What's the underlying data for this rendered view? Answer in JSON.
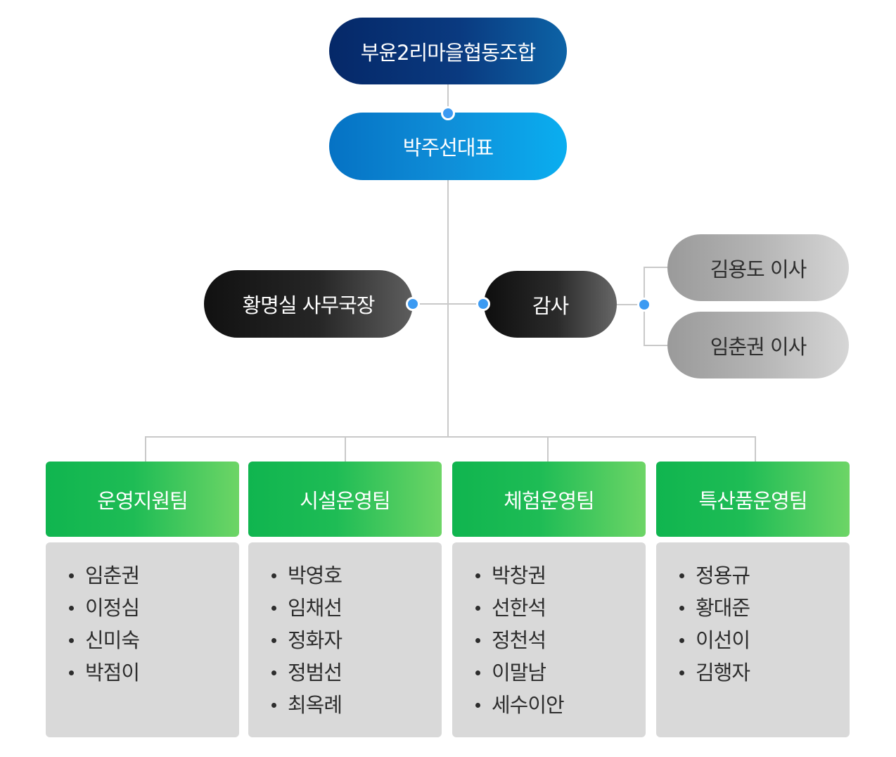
{
  "org": {
    "cooperative": "부윤2리마을협동조합",
    "representative": "박주선대표",
    "secretary_general": "황명실 사무국장",
    "audit": "감사",
    "directors": [
      "김용도 이사",
      "임춘권 이사"
    ]
  },
  "teams": [
    {
      "name": "운영지원팀",
      "members": [
        "임춘권",
        "이정심",
        "신미숙",
        "박점이"
      ]
    },
    {
      "name": "시설운영팀",
      "members": [
        "박영호",
        "임채선",
        "정화자",
        "정범선",
        "최옥례"
      ]
    },
    {
      "name": "체험운영팀",
      "members": [
        "박창권",
        "선한석",
        "정천석",
        "이말남",
        "세수이안"
      ]
    },
    {
      "name": "특산품운영팀",
      "members": [
        "정용규",
        "황대준",
        "이선이",
        "김행자"
      ]
    }
  ],
  "colors": {
    "connector_line": "#c9c9c9",
    "connector_dot": "#3b9af2",
    "cooperative_navy": "#0a3a80",
    "representative_blue": "#0f8ed8",
    "officer_black": "#1a1a1a",
    "director_gray": "#b4b4b4",
    "team_green": "#1ebc55",
    "member_panel_gray": "#d9d9d9"
  }
}
